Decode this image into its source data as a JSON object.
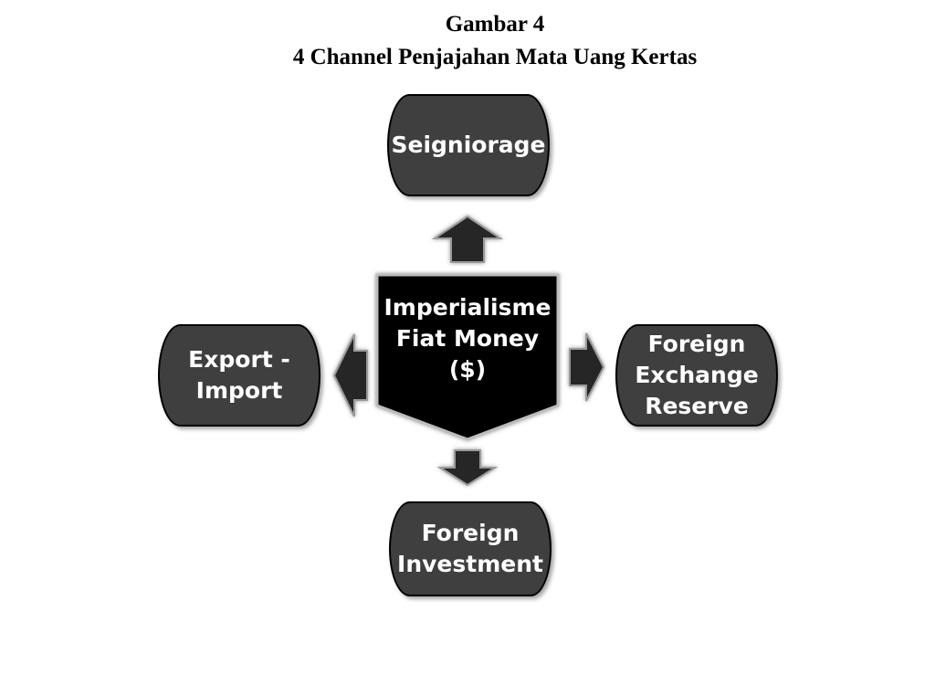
{
  "figure": {
    "label": "Gambar 4",
    "title": "4 Channel Penjajahan Mata Uang Kertas"
  },
  "center": {
    "lines": [
      "Imperialisme",
      "Fiat Money",
      "($)"
    ]
  },
  "nodes": {
    "top": {
      "lines": [
        "Seigniorage"
      ]
    },
    "left": {
      "lines": [
        "Export -",
        "Import"
      ]
    },
    "right": {
      "lines": [
        "Foreign",
        "Exchange",
        "Reserve"
      ]
    },
    "bottom": {
      "lines": [
        "Foreign",
        "Investment"
      ]
    }
  },
  "colors": {
    "node_fill": "#3f3f3f",
    "center_fill": "#000000",
    "arrow_fill": "#262626",
    "text": "#ffffff"
  }
}
